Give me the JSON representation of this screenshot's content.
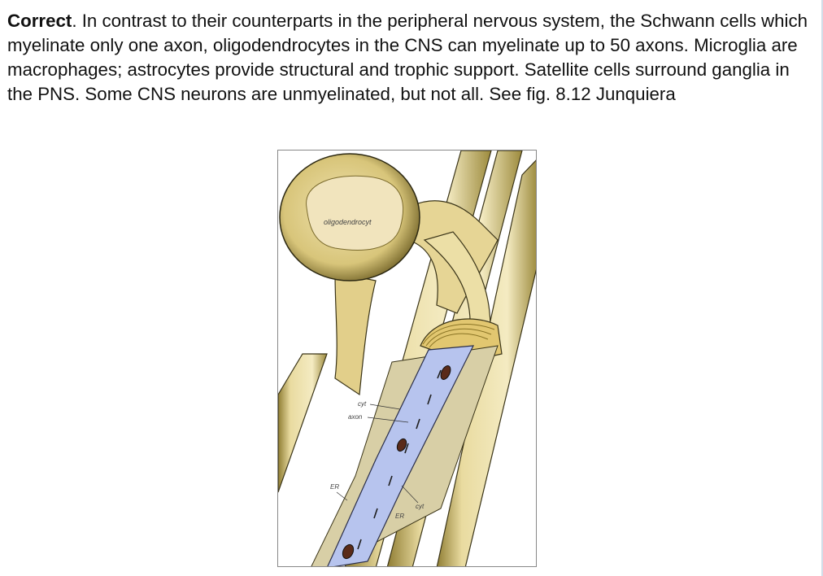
{
  "feedback": {
    "verdict": "Correct",
    "text": ". In contrast to their counterparts in the peripheral nervous system, the Schwann cells which myelinate only one axon, oligodendrocytes in the CNS can myelinate up to 50 axons. Microglia are macrophages; astrocytes provide structural and trophic support. Satellite cells surround ganglia in the PNS. Some CNS neurons are unmyelinated, but not all. See fig. 8.12 Junquiera"
  },
  "figure": {
    "labels": {
      "cell_body": "oligodendrocyt",
      "cyt_top": "cyt",
      "axon": "axon",
      "er_left": "ER",
      "cyt_bottom": "cyt",
      "er_bottom": "ER"
    },
    "colors": {
      "process": "#efe2a6",
      "process_shadow": "#9c8a3c",
      "axon": "#b9c7ef",
      "myelin": "#d9cf9e",
      "outline": "#3a3418"
    }
  }
}
